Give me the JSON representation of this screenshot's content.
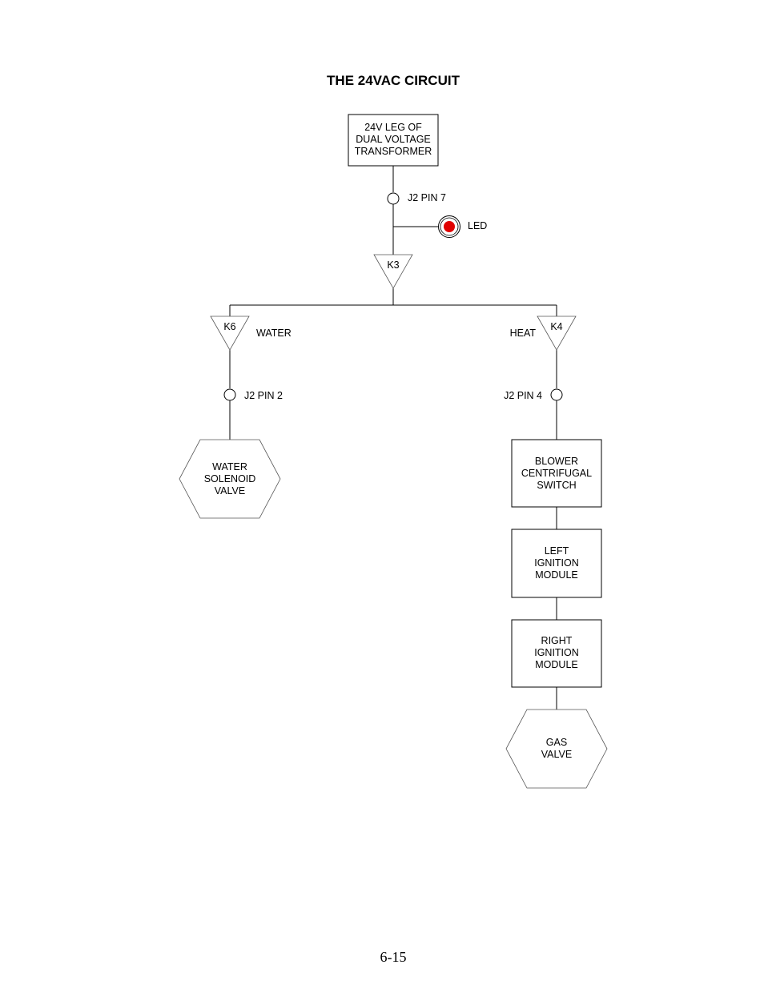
{
  "title": "THE 24VAC CIRCUIT",
  "page_number": "6-15",
  "transformer": [
    "24V LEG OF",
    "DUAL VOLTAGE",
    "TRANSFORMER"
  ],
  "pins": {
    "j2_pin7": "J2 PIN 7",
    "j2_pin2": "J2 PIN 2",
    "j2_pin4": "J2 PIN 4"
  },
  "led": {
    "label": "LED",
    "color": "#e00000"
  },
  "relays": {
    "k3": "K3",
    "k6": "K6",
    "k4": "K4"
  },
  "branches": {
    "water": "WATER",
    "heat": "HEAT"
  },
  "water_valve": [
    "WATER",
    "SOLENOID",
    "VALVE"
  ],
  "blower_switch": [
    "BLOWER",
    "CENTRIFUGAL",
    "SWITCH"
  ],
  "left_ignition": [
    "LEFT",
    "IGNITION",
    "MODULE"
  ],
  "right_ignition": [
    "RIGHT",
    "IGNITION",
    "MODULE"
  ],
  "gas_valve": [
    "GAS",
    "VALVE"
  ]
}
